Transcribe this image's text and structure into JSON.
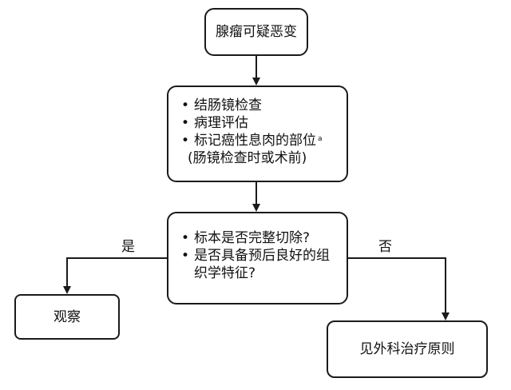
{
  "start": {
    "label": "腺瘤可疑恶变"
  },
  "workup": {
    "items": [
      "结肠镜检查",
      "病理评估",
      "标记癌性息肉的部位"
    ],
    "footnote_mark": "a",
    "note": "(肠镜检查时或术前)"
  },
  "decision": {
    "questions": [
      "标本是否完整切除?",
      "是否具备预后良好的组"
    ],
    "continuation": "织学特征?"
  },
  "branch_labels": {
    "yes": "是",
    "no": "否"
  },
  "outcomes": {
    "yes": "观察",
    "no": "见外科治疗原则"
  },
  "bullet": "•"
}
